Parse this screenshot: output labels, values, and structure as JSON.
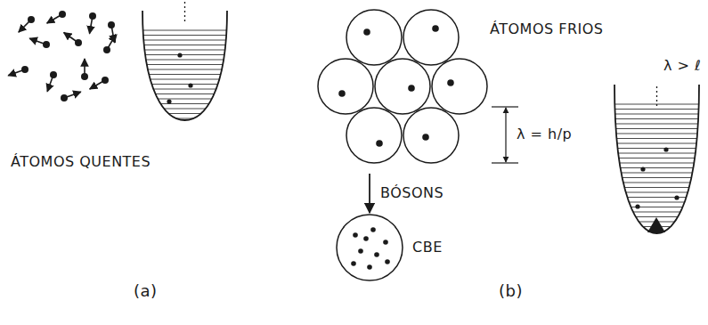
{
  "diagram": {
    "nodes": [
      {
        "text": [
          "ÁTOMOS FRIOS"
        ]
      },
      {
        "text": [
          "CBE"
        ]
      }
    ],
    "edges": [
      {
        "from": 0,
        "to": 1,
        "arrow": "to",
        "label": "BÓSONS"
      }
    ],
    "labels": [
      "ÁTOMOS QUENTES",
      "λ = h/p",
      "λ > ℓ",
      "(a)",
      "(b)"
    ]
  }
}
